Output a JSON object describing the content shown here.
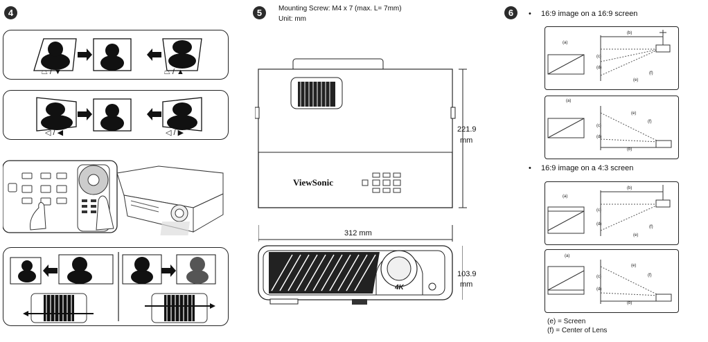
{
  "steps": {
    "s4": "4",
    "s5": "5",
    "s6": "6"
  },
  "keystone": {
    "vertical_label": "⏢ / ▼",
    "vertical_label2": "⏢ / ▲",
    "horizontal_label": "◁ / ◀",
    "horizontal_label2": "◁ / ▶"
  },
  "mount": {
    "screw_text": "Mounting Screw:  M4 x 7 (max. L= 7mm)",
    "unit_text": "Unit: mm",
    "depth": "221.9",
    "depth_unit": "mm",
    "width": "312 mm",
    "height": "103.9",
    "height_unit": "mm",
    "brand": "ViewSonic",
    "badge": "4K"
  },
  "throw": {
    "bullet1": "16:9 image on a 16:9 screen",
    "bullet2": "16:9 image on a 4:3 screen",
    "label_a": "(a)",
    "label_b": "(b)",
    "label_c": "(c)",
    "label_d": "(d)",
    "label_e": "(e)",
    "label_f": "(f)",
    "legend_e": "(e) = Screen",
    "legend_f": "(f) = Center of Lens"
  }
}
